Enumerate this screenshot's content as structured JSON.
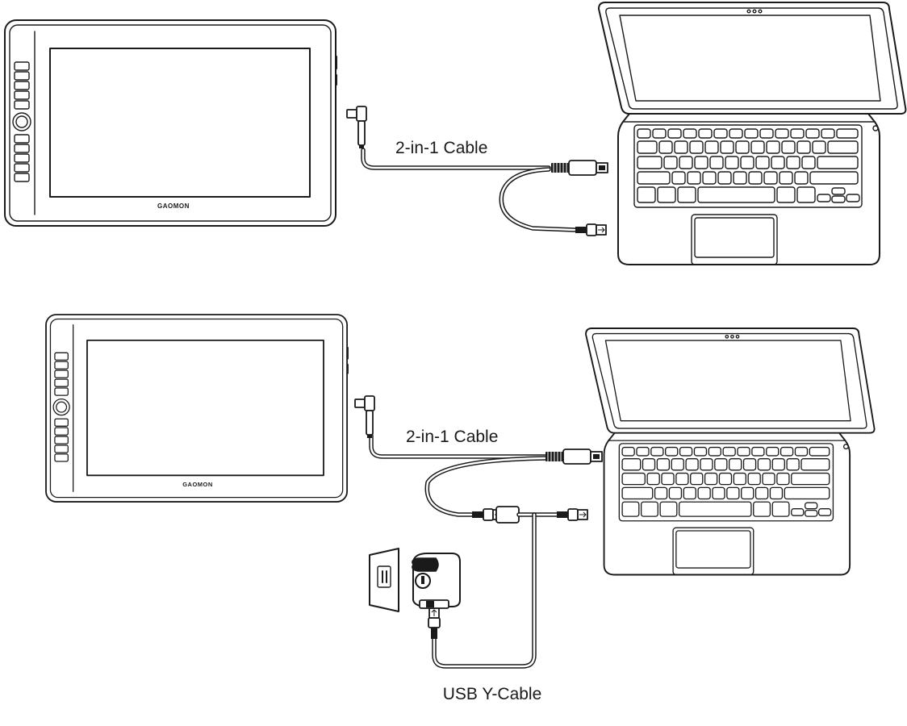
{
  "diagrams": [
    {
      "brand": "GAOMON",
      "cable_label": "2-in-1 Cable"
    },
    {
      "brand": "GAOMON",
      "cable_label": "2-in-1 Cable",
      "y_cable_label": "USB Y-Cable"
    }
  ]
}
